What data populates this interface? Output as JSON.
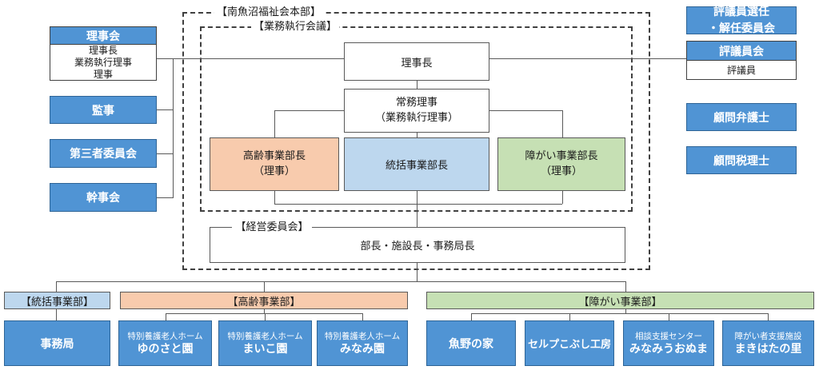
{
  "colors": {
    "solid_blue": "#5094d4",
    "solid_blue_border": "#2e6496",
    "pastel_blue": "#bdd7ee",
    "pastel_orange": "#f8cbad",
    "pastel_green": "#c6e0b4",
    "line": "#595959",
    "text": "#1a1a1a"
  },
  "frames": {
    "honbu_label": "【南魚沼福祉会本部】",
    "gyomu_label": "【業務執行会議】",
    "keiei_label": "【経営委員会】"
  },
  "left_column": {
    "rijikai_title": "理事会",
    "rijikai_members": "理事長\n業務執行理事\n理事",
    "kanji": "監事",
    "daisansha_iinkai": "第三者委員会",
    "kanjikai": "幹事会"
  },
  "executives": {
    "rijicho": "理事長",
    "jomu_riji": "常務理事\n（業務執行理事）",
    "korei_bucho": "高齢事業部長\n（理事）",
    "tokatsu_bucho": "統括事業部長",
    "shogai_bucho": "障がい事業部長\n（理事）",
    "keiei_members": "部長・施設長・事務局長"
  },
  "right_column": {
    "hyogiin_sennin_kainin": "評議員選任\n・解任委員会",
    "hyogiinkai_title": "評議員会",
    "hyogiin": "評議員",
    "komon_bengoshi": "顧問弁護士",
    "komon_zeirishi": "顧問税理士"
  },
  "departments": {
    "tokatsu": {
      "header": "【統括事業部】",
      "units": [
        {
          "name": "事務局"
        }
      ]
    },
    "korei": {
      "header": "【高齢事業部】",
      "units": [
        {
          "type": "特別養護老人ホーム",
          "name": "ゆのさと園"
        },
        {
          "type": "特別養護老人ホーム",
          "name": "まいこ園"
        },
        {
          "type": "特別養護老人ホーム",
          "name": "みなみ園"
        }
      ]
    },
    "shogai": {
      "header": "【障がい事業部】",
      "units": [
        {
          "name": "魚野の家"
        },
        {
          "name": "セルプこぶし工房"
        },
        {
          "type": "相談支援センター",
          "name": "みなみうおぬま"
        },
        {
          "type": "障がい者支援施設",
          "name": "まきはたの里"
        }
      ]
    }
  }
}
